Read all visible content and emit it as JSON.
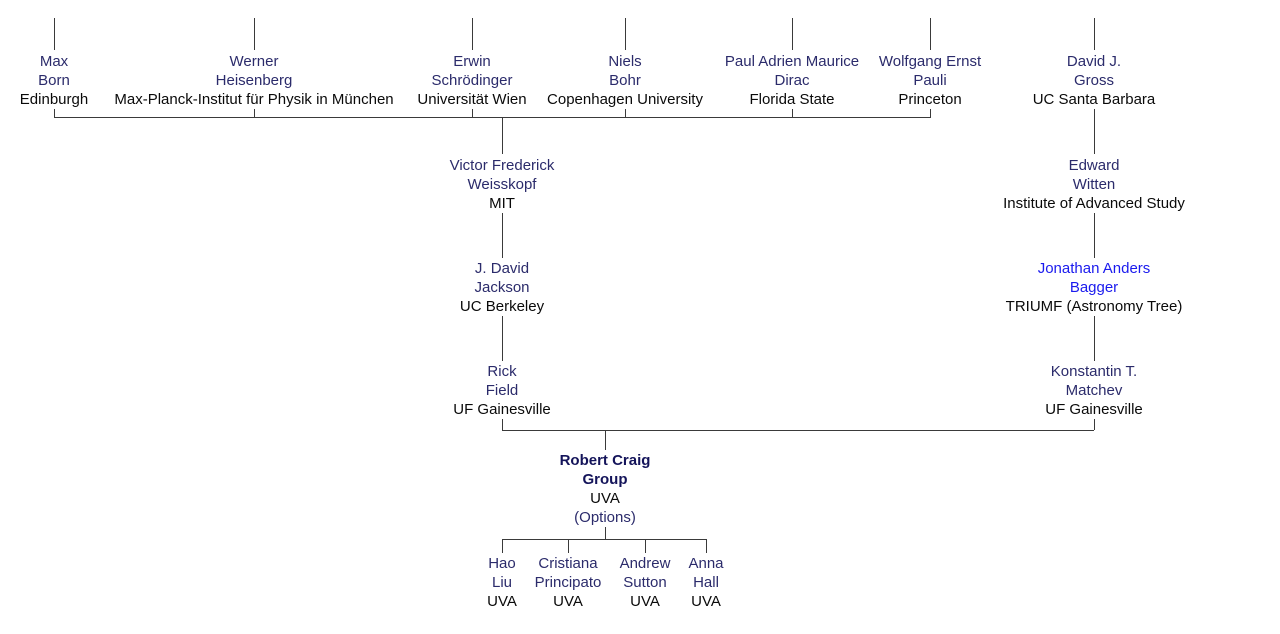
{
  "diagram": {
    "kind": "academic-genealogy-tree",
    "colors": {
      "name": "#2b2b6b",
      "institution": "#0a0a0a",
      "link_name": "#1a1aee",
      "focus_name": "#14145a",
      "line": "#3a3a3a",
      "background": "#ffffff"
    },
    "generations": {
      "advisors_row": [
        {
          "name_line1": "Max",
          "name_line2": "Born",
          "institution": "Edinburgh"
        },
        {
          "name_line1": "Werner",
          "name_line2": "Heisenberg",
          "institution": "Max-Planck-Institut für Physik in München"
        },
        {
          "name_line1": "Erwin",
          "name_line2": "Schrödinger",
          "institution": "Universität Wien"
        },
        {
          "name_line1": "Niels",
          "name_line2": "Bohr",
          "institution": "Copenhagen University"
        },
        {
          "name_line1": "Paul Adrien Maurice",
          "name_line2": "Dirac",
          "institution": "Florida State"
        },
        {
          "name_line1": "Wolfgang Ernst",
          "name_line2": "Pauli",
          "institution": "Princeton"
        },
        {
          "name_line1": "David J.",
          "name_line2": "Gross",
          "institution": "UC Santa Barbara"
        }
      ],
      "left_chain": [
        {
          "name_line1": "Victor Frederick",
          "name_line2": "Weisskopf",
          "institution": "MIT"
        },
        {
          "name_line1": "J. David",
          "name_line2": "Jackson",
          "institution": "UC Berkeley"
        },
        {
          "name_line1": "Rick",
          "name_line2": "Field",
          "institution": "UF Gainesville"
        }
      ],
      "right_chain": [
        {
          "name_line1": "Edward",
          "name_line2": "Witten",
          "institution": "Institute of Advanced Study"
        },
        {
          "name_line1": "Jonathan Anders",
          "name_line2": "Bagger",
          "institution": "TRIUMF (Astronomy Tree)"
        },
        {
          "name_line1": "Konstantin T.",
          "name_line2": "Matchev",
          "institution": "UF Gainesville"
        }
      ],
      "focus": {
        "name_line1": "Robert Craig",
        "name_line2": "Group",
        "institution": "UVA",
        "options_label": "(Options)"
      },
      "students": [
        {
          "name_line1": "Hao",
          "name_line2": "Liu",
          "institution": "UVA"
        },
        {
          "name_line1": "Cristiana",
          "name_line2": "Principato",
          "institution": "UVA"
        },
        {
          "name_line1": "Andrew",
          "name_line2": "Sutton",
          "institution": "UVA"
        },
        {
          "name_line1": "Anna",
          "name_line2": "Hall",
          "institution": "UVA"
        }
      ]
    }
  }
}
